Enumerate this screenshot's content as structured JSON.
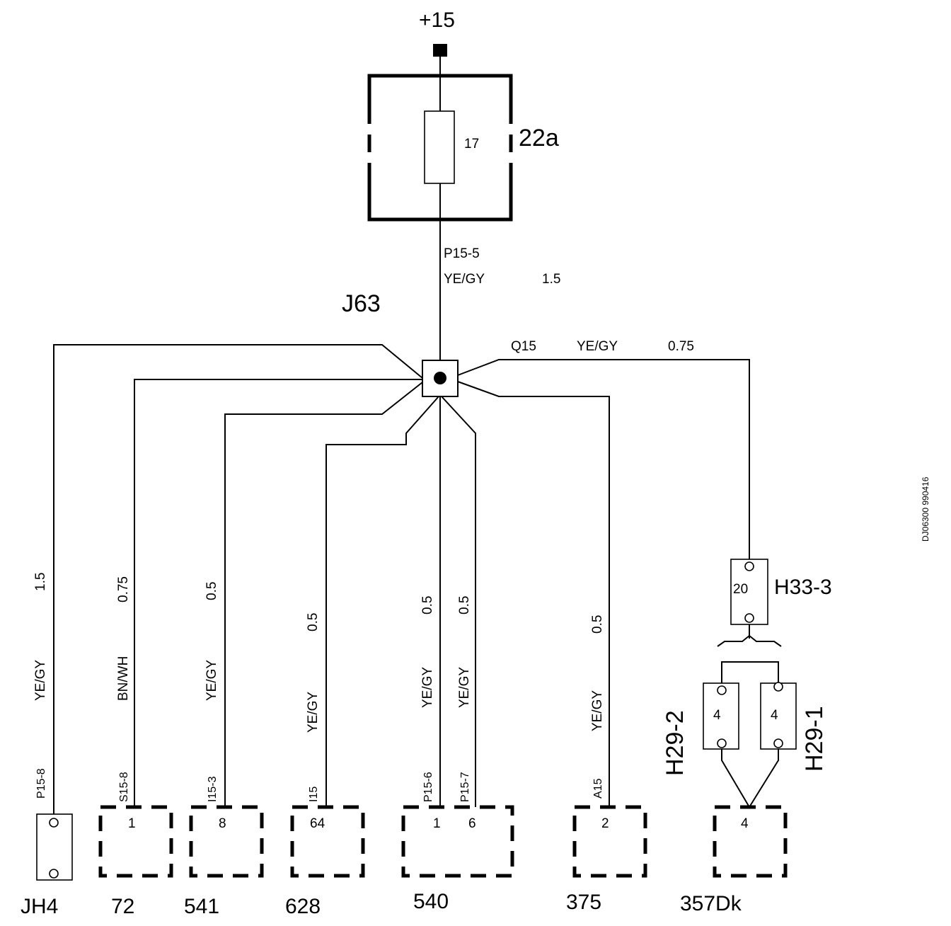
{
  "diagram": {
    "supply_label": "+15",
    "fuse_box": {
      "label": "22a",
      "fuse_number": "17"
    },
    "supply_wire": {
      "id": "P15-5",
      "color": "YE/GY",
      "size": "1.5"
    },
    "junction": {
      "label": "J63"
    },
    "q15_wire": {
      "id": "Q15",
      "color": "YE/GY",
      "size": "0.75"
    },
    "branches": [
      {
        "wire_id": "P15-8",
        "color": "YE/GY",
        "size": "1.5",
        "pin": "",
        "component": "JH4"
      },
      {
        "wire_id": "S15-8",
        "color": "BN/WH",
        "size": "0.75",
        "pin": "1",
        "component": "72"
      },
      {
        "wire_id": "I15-3",
        "color": "YE/GY",
        "size": "0.5",
        "pin": "8",
        "component": "541"
      },
      {
        "wire_id": "I15",
        "color": "YE/GY",
        "size": "0.5",
        "pin": "64",
        "component": "628"
      },
      {
        "wire_id": "P15-6",
        "color": "YE/GY",
        "size": "0.5",
        "pin": "1",
        "component": "540"
      },
      {
        "wire_id": "P15-7",
        "color": "YE/GY",
        "size": "0.5",
        "pin": "6",
        "component": "540"
      },
      {
        "wire_id": "A15",
        "color": "YE/GY",
        "size": "0.5",
        "pin": "2",
        "component": "375"
      }
    ],
    "connectors": {
      "h33": {
        "label": "H33-3",
        "pin": "20"
      },
      "h29_2": {
        "label": "H29-2",
        "pin": "4"
      },
      "h29_1": {
        "label": "H29-1",
        "pin": "4"
      },
      "dk": {
        "label": "357Dk",
        "pin": "4"
      }
    },
    "doc_code": "DJ06300 990416"
  }
}
